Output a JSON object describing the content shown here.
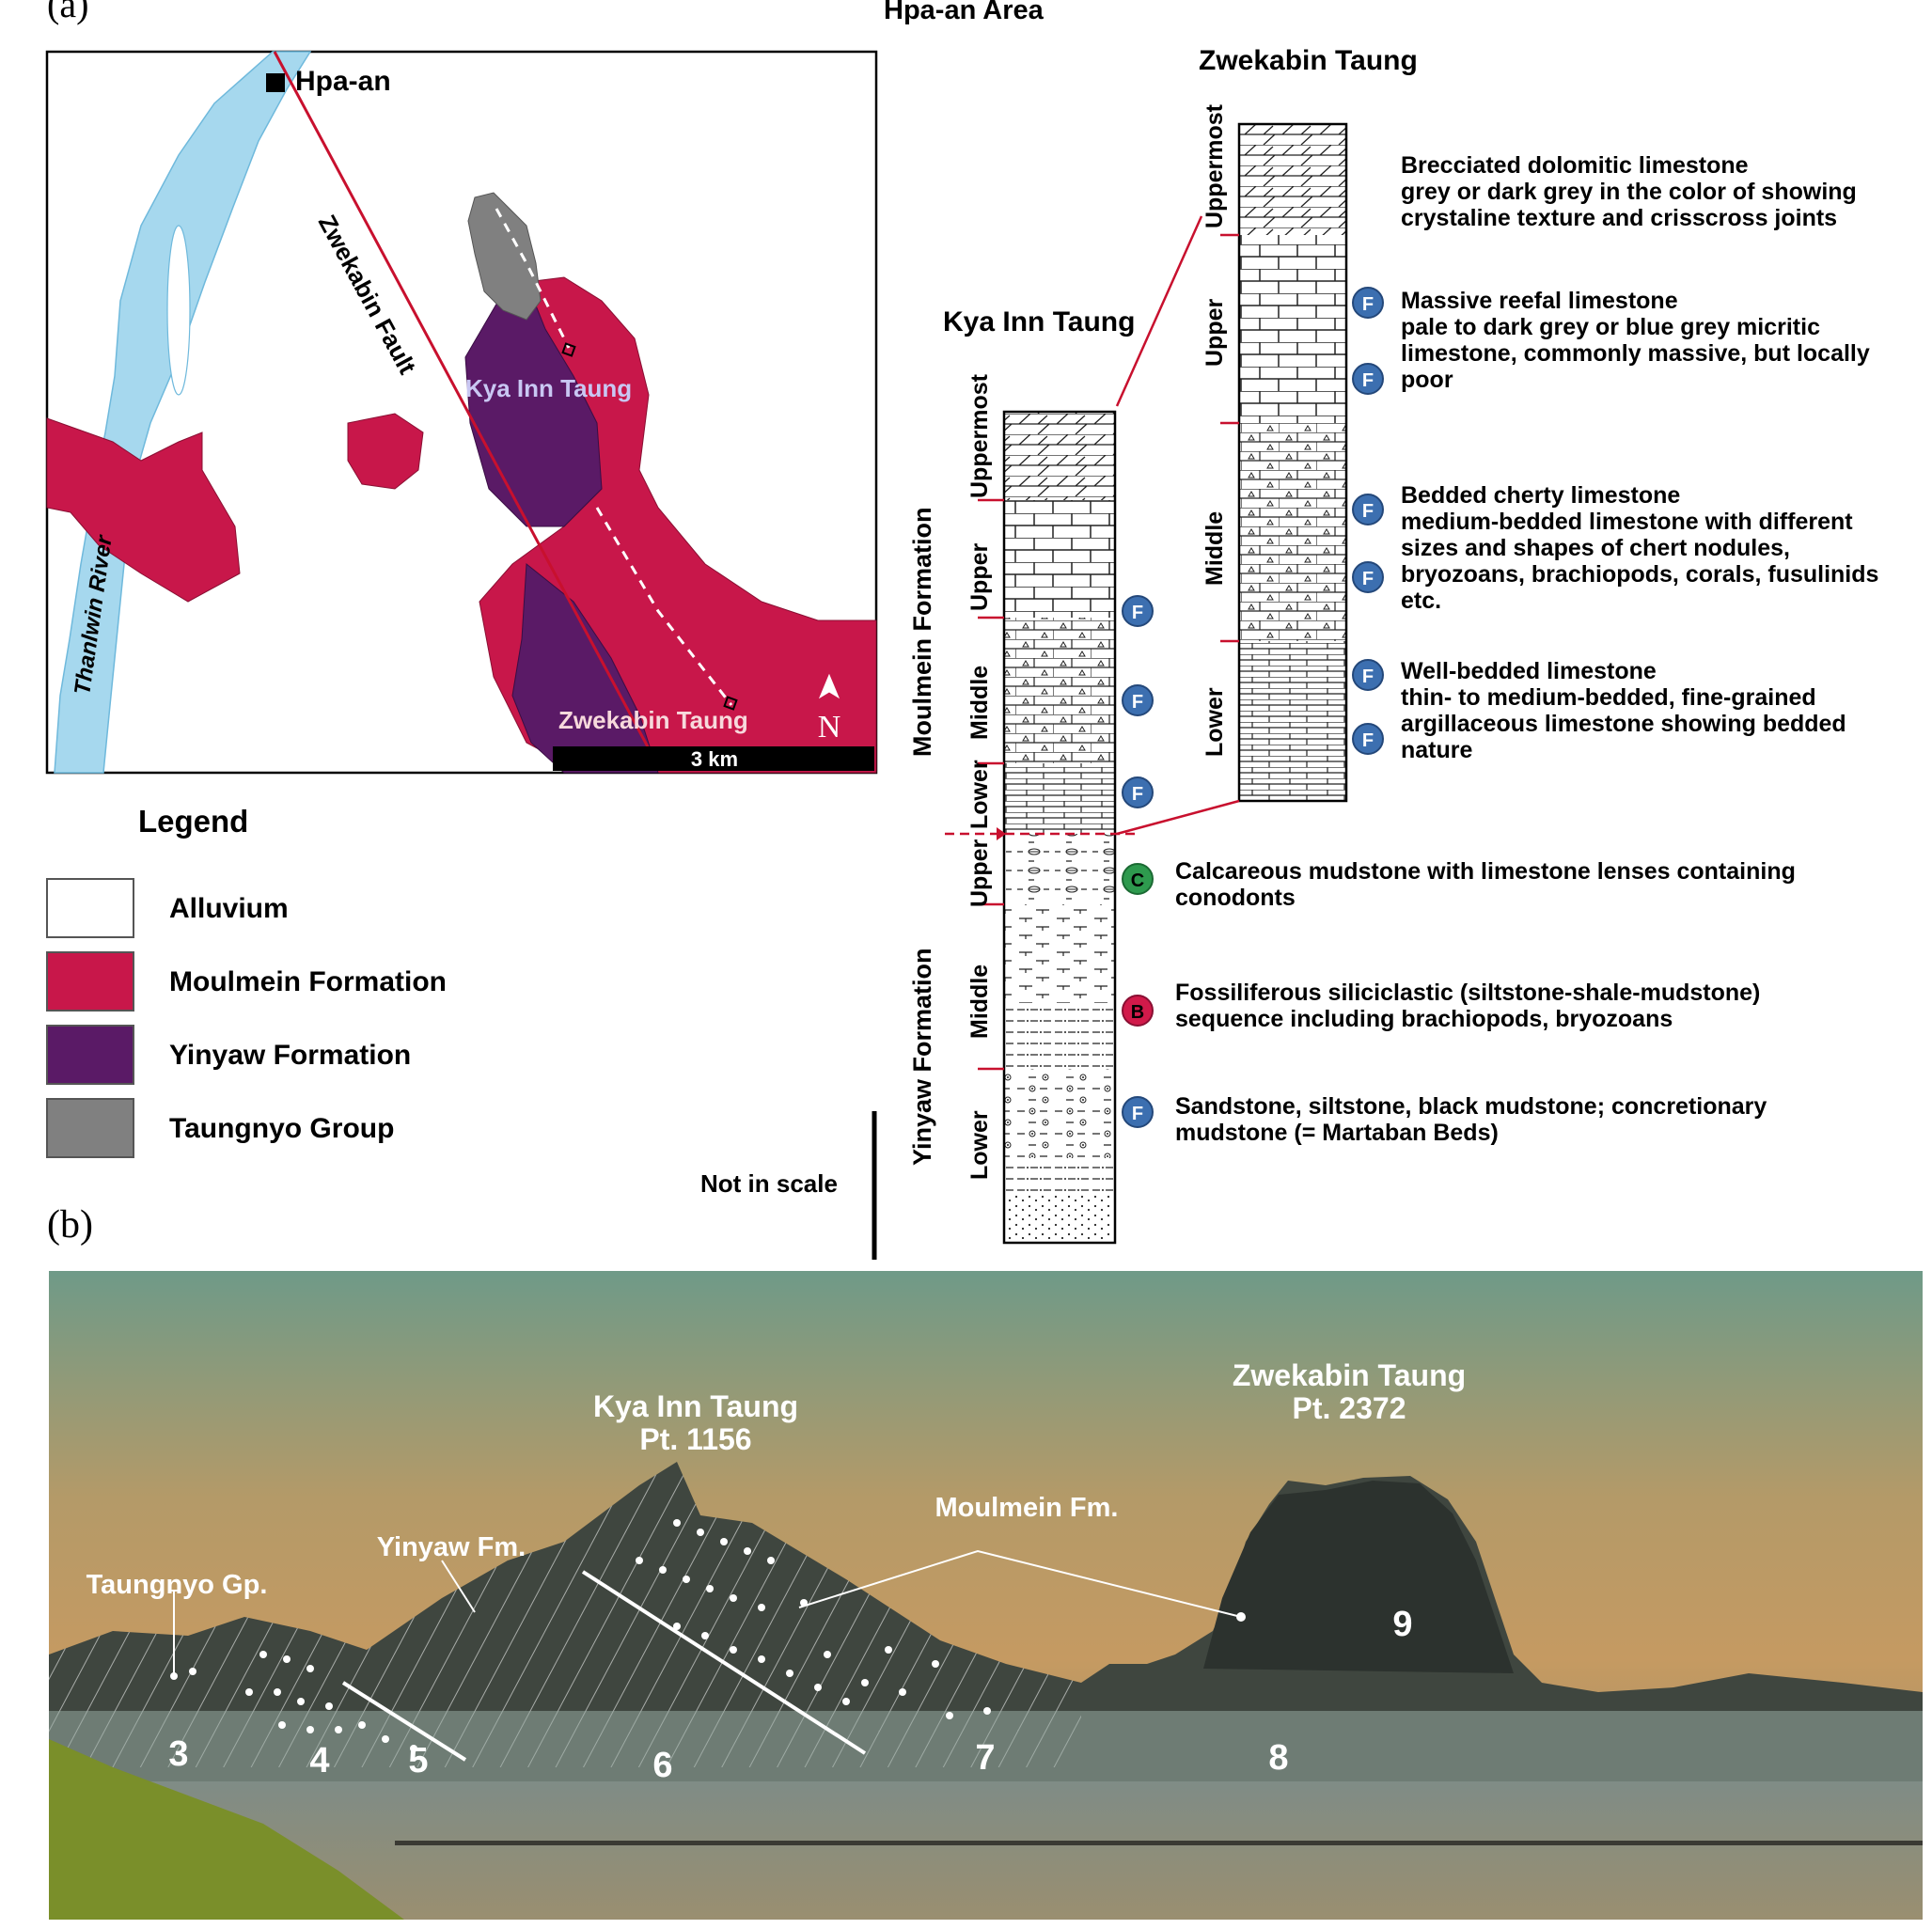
{
  "panel_a": {
    "label": "(a)",
    "map": {
      "town": "Hpa-an",
      "fault": "Zwekabin Fault",
      "river": "Thanlwin River",
      "site1": "Kya Inn Taung",
      "site2": "Zwekabin Taung",
      "scale": "3 km",
      "north": "N"
    },
    "legend": {
      "title": "Legend",
      "items": [
        {
          "label": "Alluvium",
          "color": "#ffffff"
        },
        {
          "label": "Moulmein Formation",
          "color": "#c8174a"
        },
        {
          "label": "Yinyaw Formation",
          "color": "#5a1a66"
        },
        {
          "label": "Taungnyo Group",
          "color": "#808080"
        }
      ]
    },
    "column": {
      "area_title": "Hpa-an Area",
      "left_title": "Kya Inn Taung",
      "right_title": "Zwekabin Taung",
      "formations": [
        "Moulmein Formation",
        "Yinyaw Formation"
      ],
      "units_left_moulmein": [
        "Uppermost",
        "Upper",
        "Middle",
        "Lower"
      ],
      "units_left_yinyaw": [
        "Upper",
        "Middle",
        "Lower"
      ],
      "units_right": [
        "Uppermost",
        "Upper",
        "Middle",
        "Lower"
      ],
      "not_in_scale": "Not in scale",
      "fossil_letters": {
        "F": "F",
        "C": "C",
        "B": "B"
      },
      "descriptions": {
        "uppermost_h": "Brecciated dolomitic limestone",
        "uppermost_1": "grey or dark grey in the color of showing",
        "uppermost_2": "crystaline texture and crisscross joints",
        "upper_h": "Massive reefal limestone",
        "upper_1": "pale to dark grey or blue grey micritic",
        "upper_2": "limestone, commonly massive, but locally",
        "upper_3": "poor",
        "middle_h": "Bedded cherty limestone",
        "middle_1": "medium-bedded limestone with different",
        "middle_2": "sizes and shapes of chert nodules,",
        "middle_3": "bryozoans, brachiopods, corals, fusulinids",
        "middle_4": "etc.",
        "lower_h": "Well-bedded limestone",
        "lower_1": "thin- to medium-bedded, fine-grained",
        "lower_2": "argillaceous limestone showing bedded",
        "lower_3": "nature",
        "y_upper_1": "Calcareous mudstone with limestone lenses containing",
        "y_upper_2": "conodonts",
        "y_middle_1": "Fossiliferous siliciclastic (siltstone-shale-mudstone)",
        "y_middle_2": "sequence including brachiopods, bryozoans",
        "y_lower_1": "Sandstone, siltstone, black mudstone; concretionary",
        "y_lower_2": "mudstone (= Martaban Beds)"
      }
    }
  },
  "panel_b": {
    "label": "(b)",
    "peak1_name": "Kya Inn Taung",
    "peak1_pt": "Pt. 1156",
    "peak2_name": "Zwekabin Taung",
    "peak2_pt": "Pt. 2372",
    "moulmein": "Moulmein Fm.",
    "yinyaw": "Yinyaw Fm.",
    "taungnyo": "Taungnyo Gp.",
    "numbers": [
      "3",
      "4",
      "5",
      "6",
      "7",
      "8",
      "9"
    ]
  }
}
